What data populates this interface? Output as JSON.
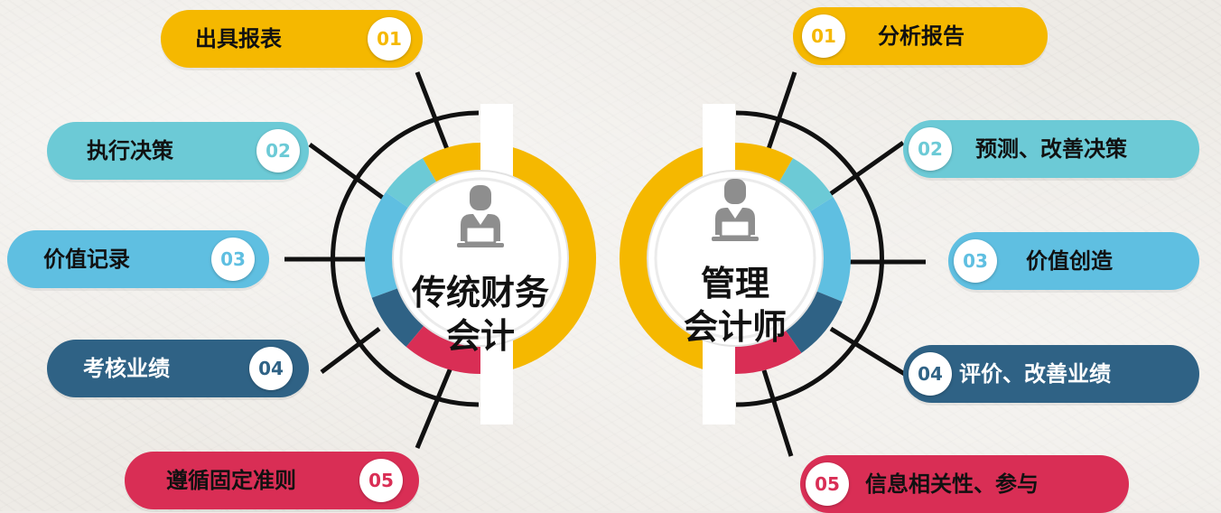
{
  "left": {
    "title_line1": "传统财务",
    "title_line2": "会计",
    "items": [
      {
        "number": "01",
        "label": "出具报表",
        "color": "#f5b800"
      },
      {
        "number": "02",
        "label": "执行决策",
        "color": "#6ccad6"
      },
      {
        "number": "03",
        "label": "价值记录",
        "color": "#5fbfe1"
      },
      {
        "number": "04",
        "label": "考核业绩",
        "color": "#2f6285"
      },
      {
        "number": "05",
        "label": "遵循固定准则",
        "color": "#d92e55"
      }
    ]
  },
  "right": {
    "title_line1": "管理",
    "title_line2": "会计师",
    "items": [
      {
        "number": "01",
        "label": "分析报告",
        "color": "#f5b800"
      },
      {
        "number": "02",
        "label": "预测、改善决策",
        "color": "#6ccad6"
      },
      {
        "number": "03",
        "label": "价值创造",
        "color": "#5fbfe1"
      },
      {
        "number": "04",
        "label": "评价、改善业绩",
        "color": "#2f6285"
      },
      {
        "number": "05",
        "label": "信息相关性、参与",
        "color": "#d92e55"
      }
    ]
  },
  "icons": {
    "center_figure": "person-at-laptop-icon"
  }
}
